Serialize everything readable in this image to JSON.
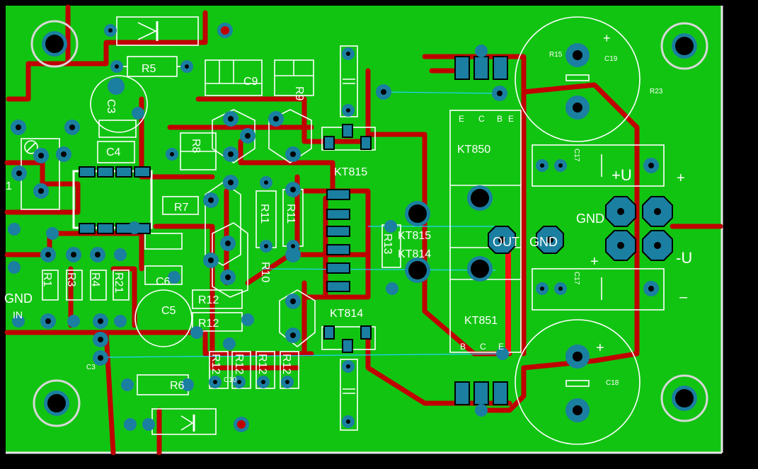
{
  "colors": {
    "background": "#000000",
    "board": "#12c412",
    "trace": "#c00000",
    "pad": "#1a7fa0",
    "hole": "#000000",
    "silk": "#ffffff",
    "ratsnest": "#20d0ff",
    "outline": "#e8e8e8"
  },
  "components": {
    "r5": "R5",
    "c9": "C9",
    "r9": "R9",
    "c3": "C3",
    "c4": "C4",
    "r8": "R8",
    "r7": "R7",
    "r11a": "R11",
    "r11b": "R11",
    "r10": "R10",
    "r1": "R1",
    "r3": "R3",
    "r4": "R4",
    "r21": "R21",
    "c6": "C6",
    "c5": "C5",
    "r12a": "R12",
    "r12b": "R12",
    "r12c": "R12",
    "r12d": "R12",
    "r12e": "R12",
    "r12f": "R12",
    "c3b": "C3",
    "c10": "C10",
    "r6": "R6",
    "r13": "R13",
    "r15": "R15",
    "c19": "C19",
    "r23": "R23",
    "c17a": "C17",
    "c17b": "C17",
    "c18": "C18",
    "j1": "1"
  },
  "transistors": {
    "kt815_top": "KT815",
    "kt815_mid": "KT815",
    "kt814_mid": "KT814",
    "kt814_bot": "KT814",
    "kt850": "KT850",
    "kt851": "KT851"
  },
  "pins": {
    "b": "B",
    "c": "C",
    "e": "E"
  },
  "labels": {
    "gnd_in": "GND",
    "in": "IN",
    "gnd_right": "GND",
    "out": "OUT",
    "gnd_out": "GND",
    "plus_u": "+U",
    "minus_u": "-U",
    "plus": "+",
    "minus": "–"
  }
}
